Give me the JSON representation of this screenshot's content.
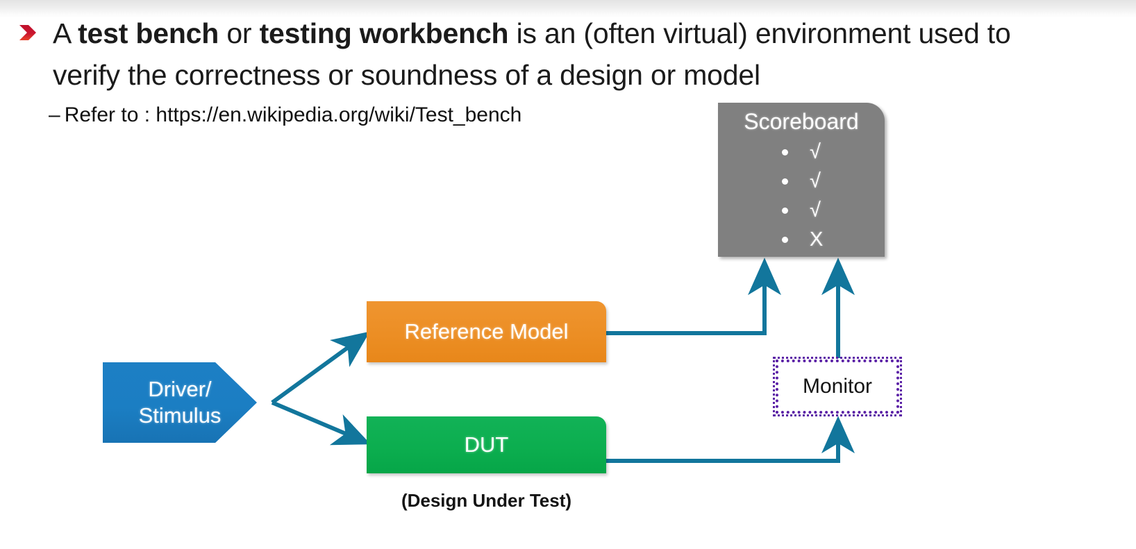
{
  "slide": {
    "bullet_icon": "chevron-right-bullet-icon",
    "bullet_line_1_a": "A ",
    "bullet_line_1_b": "test bench",
    "bullet_line_1_c": " or ",
    "bullet_line_1_d": "testing workbench",
    "bullet_line_1_e": " is an (often virtual) environment used to verify the correctness or soundness of a design or model",
    "sub_dash": "–",
    "sub_text": "Refer to : https://en.wikipedia.org/wiki/Test_bench"
  },
  "diagram": {
    "driver": {
      "line1": "Driver/",
      "line2": "Stimulus",
      "color": "#1b7ec3"
    },
    "reference_model": {
      "label": "Reference Model",
      "color": "#ec8e24"
    },
    "dut": {
      "label": "DUT",
      "caption": "(Design Under Test)",
      "color": "#0cae4f"
    },
    "monitor": {
      "label": "Monitor",
      "border_color": "#5b21a6"
    },
    "scoreboard": {
      "title": "Scoreboard",
      "color": "#808080",
      "items": [
        "√",
        "√",
        "√",
        "X"
      ]
    },
    "connector_color": "#12769c",
    "connectors": [
      {
        "name": "driver-to-reference-model"
      },
      {
        "name": "driver-to-dut"
      },
      {
        "name": "reference-model-to-scoreboard"
      },
      {
        "name": "monitor-to-scoreboard"
      },
      {
        "name": "dut-to-monitor"
      }
    ]
  }
}
